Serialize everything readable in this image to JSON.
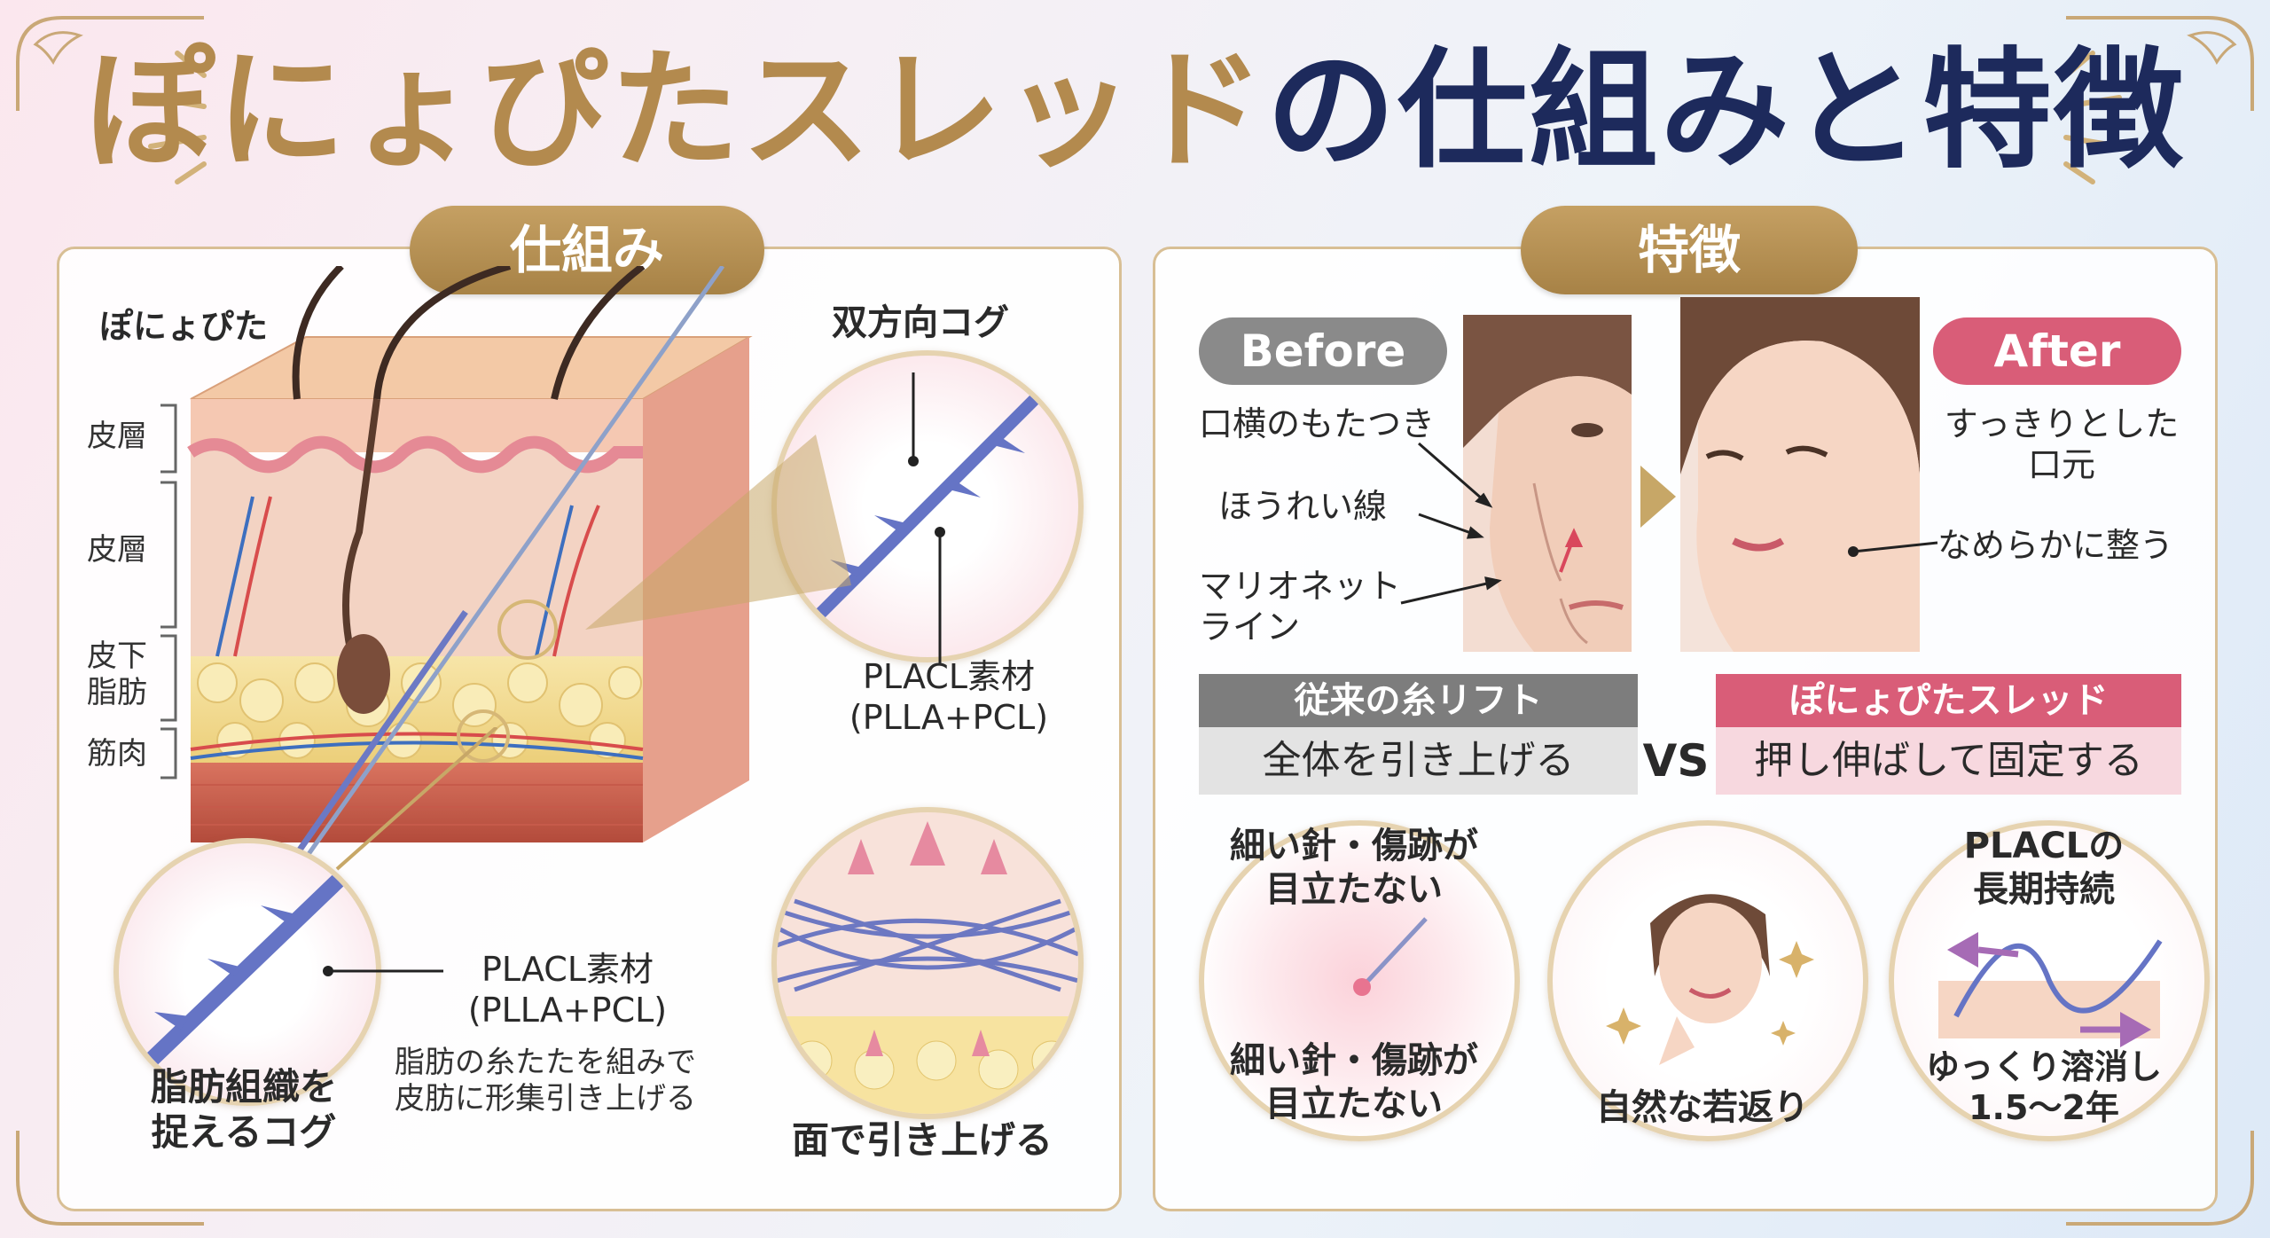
{
  "title": {
    "part1": "ぽにょぴたスレッド",
    "part2": "の仕組みと特徴"
  },
  "colors": {
    "gold": "#b38a4e",
    "navy": "#1d2a5c",
    "pink": "#d95d78",
    "gray": "#7a7a7a"
  },
  "left": {
    "header": "仕組み",
    "product_label": "ぽにょぴた",
    "layers": [
      "皮層",
      "皮層",
      "皮下\n脂肪",
      "筋肉"
    ],
    "cog_title": "双方向コグ",
    "material_top": "PLACL素材\n(PLLA+PCL)",
    "material_bottom": "PLACL素材\n(PLLA+PCL)",
    "material_desc": "脂肪の糸たたを組みで\n皮肪に形集引き上げる",
    "fat_cog": "脂肪組織を\n捉えるコグ",
    "surface_lift": "面で引き上げる"
  },
  "right": {
    "header": "特徴",
    "before": "Before",
    "after": "After",
    "before_labels": [
      "口横のもたつき",
      "ほうれい線",
      "マリオネット\nライン"
    ],
    "after_labels": [
      "すっきりとした\n口元",
      "なめらかに整う"
    ],
    "compare": {
      "left_title": "従来の糸リフト",
      "left_body": "全体を引き上げる",
      "vs": "VS",
      "right_title": "ぽにょぴたスレッド",
      "right_body": "押し伸ばして固定する"
    },
    "features": [
      {
        "top": "細い針・傷跡が\n目立たない",
        "bottom": "細い針・傷跡が\n目立たない"
      },
      {
        "top": "",
        "bottom": "自然な若返り"
      },
      {
        "top": "PLACLの\n長期持続",
        "bottom": "ゆっくり溶消し\n1.5〜2年"
      }
    ]
  }
}
